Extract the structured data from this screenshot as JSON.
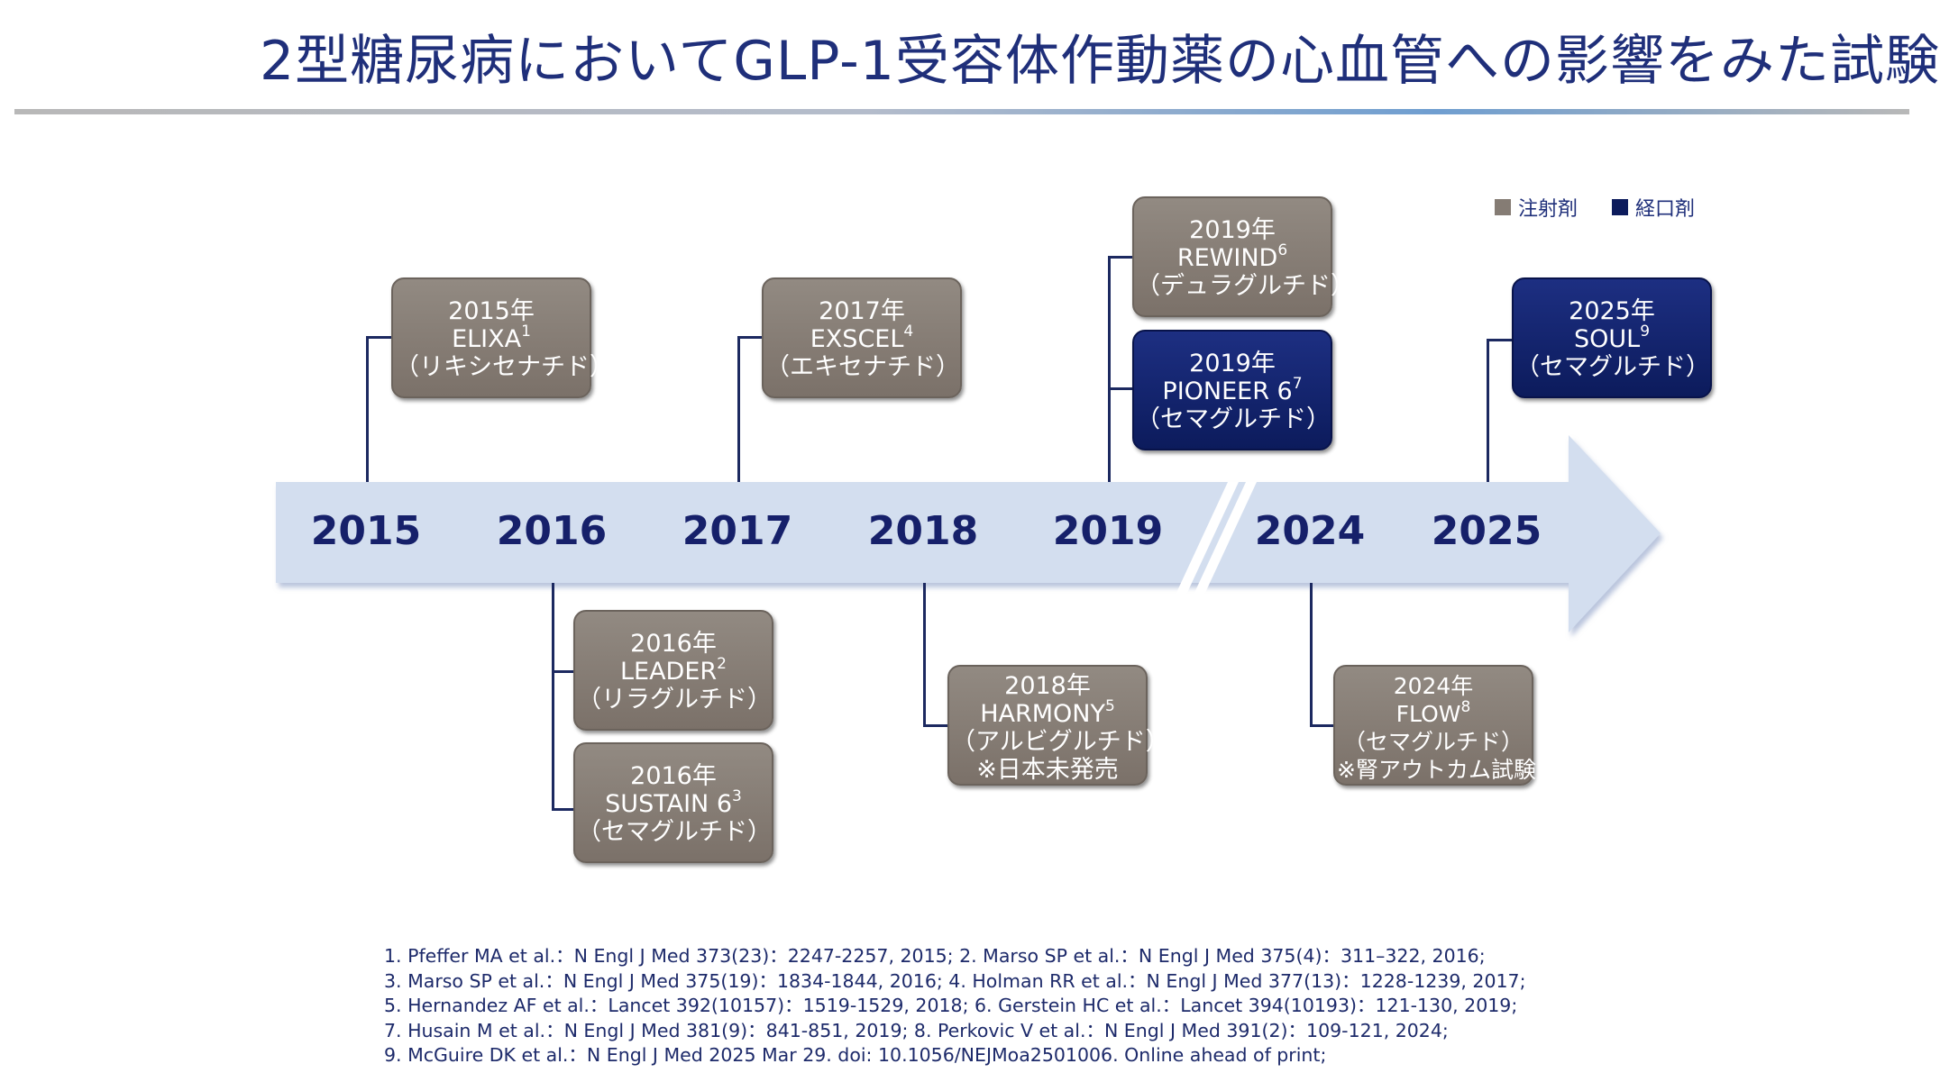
{
  "title": "2型糖尿病においてGLP-1受容体作動薬の心血管への影響をみた試験",
  "legend": [
    {
      "label": "注射剤",
      "color": "#857c74"
    },
    {
      "label": "経口剤",
      "color": "#0c1b5c"
    }
  ],
  "timeline_years": [
    "2015",
    "2016",
    "2017",
    "2018",
    "2019",
    "2024",
    "2025"
  ],
  "trials": [
    {
      "year_label": "2015年",
      "name": "ELIXA",
      "ref": "1",
      "drug": "（リキシセナチド）",
      "note": "",
      "type": "injectable"
    },
    {
      "year_label": "2016年",
      "name": "LEADER",
      "ref": "2",
      "drug": "（リラグルチド）",
      "note": "",
      "type": "injectable"
    },
    {
      "year_label": "2016年",
      "name": "SUSTAIN 6",
      "ref": "3",
      "drug": "（セマグルチド）",
      "note": "",
      "type": "injectable"
    },
    {
      "year_label": "2017年",
      "name": "EXSCEL",
      "ref": "4",
      "drug": "（エキセナチド）",
      "note": "",
      "type": "injectable"
    },
    {
      "year_label": "2018年",
      "name": "HARMONY",
      "ref": "5",
      "drug": "（アルビグルチド）",
      "note": "※日本未発売",
      "type": "injectable"
    },
    {
      "year_label": "2019年",
      "name": "REWIND",
      "ref": "6",
      "drug": "（デュラグルチド）",
      "note": "",
      "type": "injectable"
    },
    {
      "year_label": "2019年",
      "name": "PIONEER 6",
      "ref": "7",
      "drug": "（セマグルチド）",
      "note": "",
      "type": "oral"
    },
    {
      "year_label": "2024年",
      "name": "FLOW",
      "ref": "8",
      "drug": "（セマグルチド）",
      "note": "※腎アウトカム試験",
      "type": "injectable"
    },
    {
      "year_label": "2025年",
      "name": "SOUL",
      "ref": "9",
      "drug": "（セマグルチド）",
      "note": "",
      "type": "oral"
    }
  ],
  "references": [
    "1. Pfeffer MA et al.：N Engl J Med 373(23)：2247-2257, 2015; 2. Marso SP et al.：N Engl J Med 375(4)：311–322, 2016;",
    "3. Marso SP et al.：N Engl J Med 375(19)：1834-1844, 2016; 4. Holman RR et al.：N Engl J Med 377(13)：1228-1239, 2017;",
    "5. Hernandez AF et al.：Lancet 392(10157)：1519-1529, 2018; 6. Gerstein HC et al.：Lancet 394(10193)：121-130, 2019;",
    "7. Husain M et al.：N Engl J Med 381(9)：841-851, 2019; 8. Perkovic V et al.：N Engl J Med 391(2)：109-121, 2024;",
    "9. McGuire DK et al.：N Engl J Med 2025 Mar 29. doi: 10.1056/NEJMoa2501006. Online ahead of print;"
  ]
}
